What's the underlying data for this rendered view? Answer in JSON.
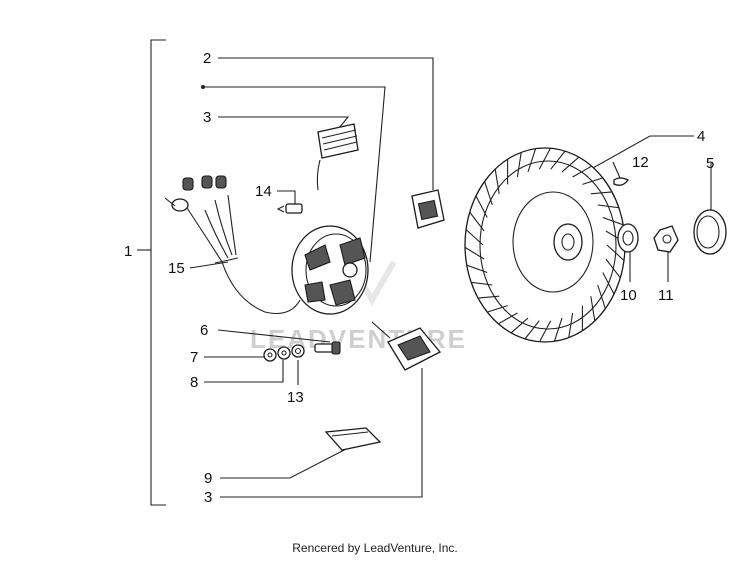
{
  "watermark": "LEADVENTURE",
  "credit": "Rencered by LeadVenture, Inc.",
  "callouts": {
    "c1": "1",
    "c2": "2",
    "c3_top": "3",
    "c3_bottom": "3",
    "c4": "4",
    "c5": "5",
    "c6": "6",
    "c7": "7",
    "c8": "8",
    "c9": "9",
    "c10": "10",
    "c11": "11",
    "c12": "12",
    "c13": "13",
    "c14": "14",
    "c15": "15"
  }
}
